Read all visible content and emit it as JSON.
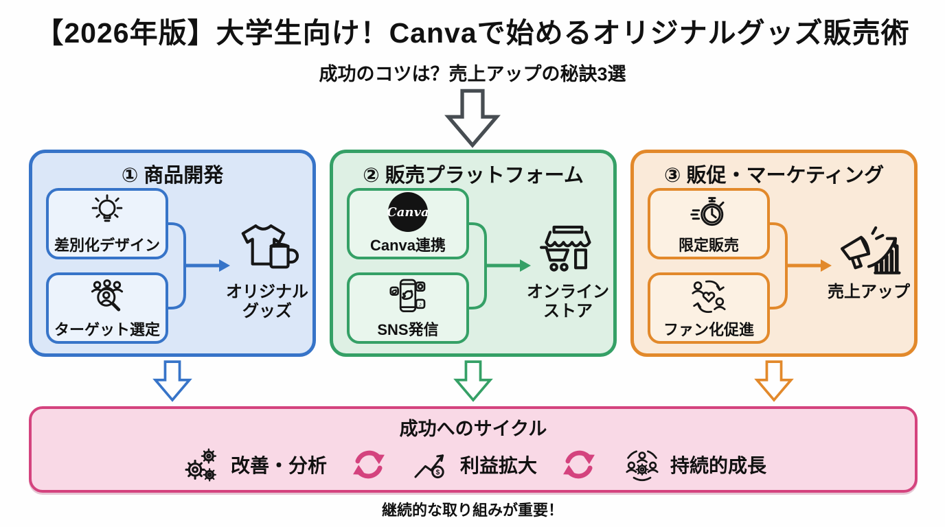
{
  "page": {
    "title": "【2026年版】大学生向け！Canvaで始めるオリジナルグッズ販売術",
    "subtitle": "成功のコツは？売上アップの秘訣3選",
    "footer_note": "継続的な取り組みが重要！"
  },
  "colors": {
    "section1_accent": "#3774c8",
    "section1_bg": "#dbe7f8",
    "section2_accent": "#35a066",
    "section2_bg": "#def0e4",
    "section3_accent": "#e2892b",
    "section3_bg": "#faead9",
    "cycle_accent": "#d4437e",
    "cycle_bg": "#f9d9e6",
    "top_arrow": "#474d52",
    "line_art": "#161616"
  },
  "sections": [
    {
      "number_label": "① 商品開発",
      "cards": [
        {
          "label": "差別化デザイン",
          "icon": "lightbulb-icon"
        },
        {
          "label": "ターゲット選定",
          "icon": "target-audience-icon"
        }
      ],
      "result": {
        "label": "オリジナル\nグッズ",
        "icon": "tshirt-mug-icon"
      }
    },
    {
      "number_label": "② 販売プラットフォーム",
      "cards": [
        {
          "label": "Canva連携",
          "icon": "canva-logo-icon"
        },
        {
          "label": "SNS発信",
          "icon": "sns-phone-icon"
        }
      ],
      "result": {
        "label": "オンライン\nストア",
        "icon": "online-store-icon"
      }
    },
    {
      "number_label": "③ 販促・マーケティング",
      "cards": [
        {
          "label": "限定販売",
          "icon": "stopwatch-icon"
        },
        {
          "label": "ファン化促進",
          "icon": "fan-cycle-icon"
        }
      ],
      "result": {
        "label": "売上アップ",
        "icon": "megaphone-chart-icon"
      }
    }
  ],
  "cycle": {
    "title": "成功へのサイクル",
    "items": [
      {
        "label": "改善・分析",
        "icon": "gears-icon"
      },
      {
        "label": "利益拡大",
        "icon": "profit-growth-icon"
      },
      {
        "label": "持続的成長",
        "icon": "sustainable-growth-icon"
      }
    ],
    "connector_icon": "cycle-arrows-icon"
  },
  "icons": {
    "canva_logo_text": "Canva",
    "dollar_sign": "$",
    "tiktok_note": "♪"
  }
}
